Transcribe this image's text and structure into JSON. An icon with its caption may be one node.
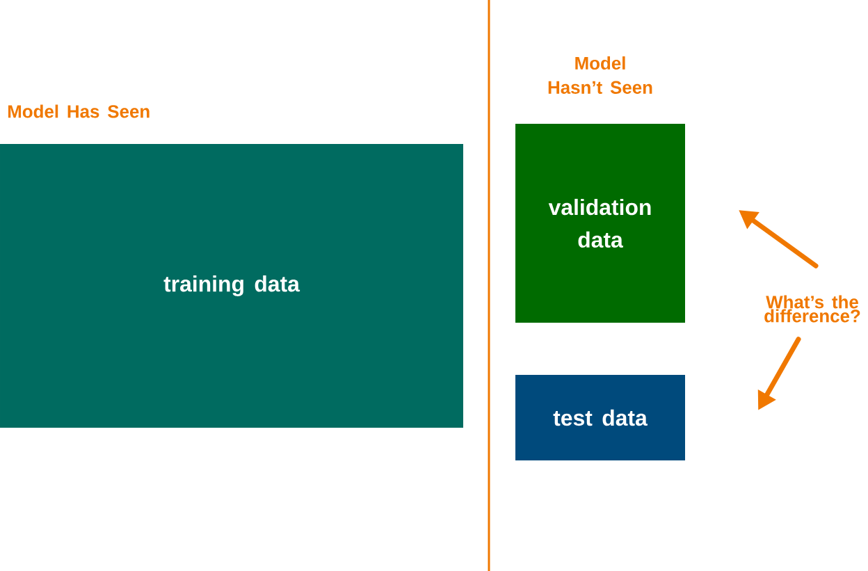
{
  "diagram": {
    "nodes": [
      {
        "text": [
          "training data"
        ]
      },
      {
        "text": [
          "validation data"
        ]
      },
      {
        "text": [
          "test data"
        ]
      },
      {
        "text": [
          "What’s the difference?"
        ]
      }
    ],
    "edges": [
      {
        "from": 3,
        "to": null,
        "arrow": "to"
      },
      {
        "from": 3,
        "to": null,
        "arrow": "to"
      }
    ],
    "labels": [
      "Model Has Seen",
      "Model Hasn’t Seen"
    ]
  }
}
